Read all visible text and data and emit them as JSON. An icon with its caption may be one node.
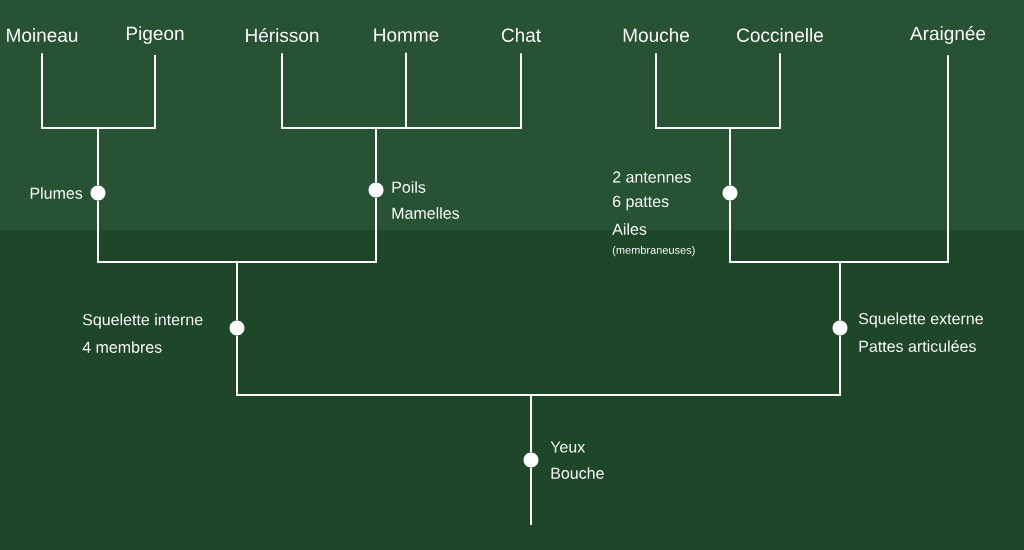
{
  "diagram": {
    "nodes": [
      {
        "text": [
          "Moineau"
        ]
      },
      {
        "text": [
          "Pigeon"
        ]
      },
      {
        "text": [
          "Hérisson"
        ]
      },
      {
        "text": [
          "Homme"
        ]
      },
      {
        "text": [
          "Chat"
        ]
      },
      {
        "text": [
          "Mouche"
        ]
      },
      {
        "text": [
          "Coccinelle"
        ]
      },
      {
        "text": [
          "Araignée"
        ]
      },
      {
        "text": [],
        "shape": "circle",
        "beside": [
          "Plumes"
        ]
      },
      {
        "text": [],
        "shape": "circle",
        "beside": [
          "Poils",
          "Mamelles"
        ]
      },
      {
        "text": [],
        "shape": "circle",
        "beside": [
          "2 antennes",
          "6 pattes",
          "Ailes",
          "(membraneuses)"
        ]
      },
      {
        "text": [],
        "shape": "circle",
        "beside": [
          "Squelette interne",
          "4 membres"
        ]
      },
      {
        "text": [],
        "shape": "circle",
        "beside": [
          "Squelette externe",
          "Pattes articulées"
        ]
      },
      {
        "text": [],
        "shape": "circle",
        "beside": [
          "Yeux",
          "Bouche"
        ]
      }
    ],
    "edges": [
      {
        "from": 0,
        "to": 8,
        "arrow": "none"
      },
      {
        "from": 1,
        "to": 8,
        "arrow": "none"
      },
      {
        "from": 2,
        "to": 9,
        "arrow": "none"
      },
      {
        "from": 3,
        "to": 9,
        "arrow": "none"
      },
      {
        "from": 4,
        "to": 9,
        "arrow": "none"
      },
      {
        "from": 5,
        "to": 10,
        "arrow": "none"
      },
      {
        "from": 6,
        "to": 10,
        "arrow": "none"
      },
      {
        "from": 8,
        "to": 11,
        "arrow": "none"
      },
      {
        "from": 9,
        "to": 11,
        "arrow": "none"
      },
      {
        "from": 10,
        "to": 12,
        "arrow": "none"
      },
      {
        "from": 7,
        "to": 12,
        "arrow": "none"
      },
      {
        "from": 11,
        "to": 13,
        "arrow": "none"
      },
      {
        "from": 12,
        "to": 13,
        "arrow": "none"
      },
      {
        "from": 13,
        "to": null,
        "arrow": "none"
      }
    ]
  }
}
